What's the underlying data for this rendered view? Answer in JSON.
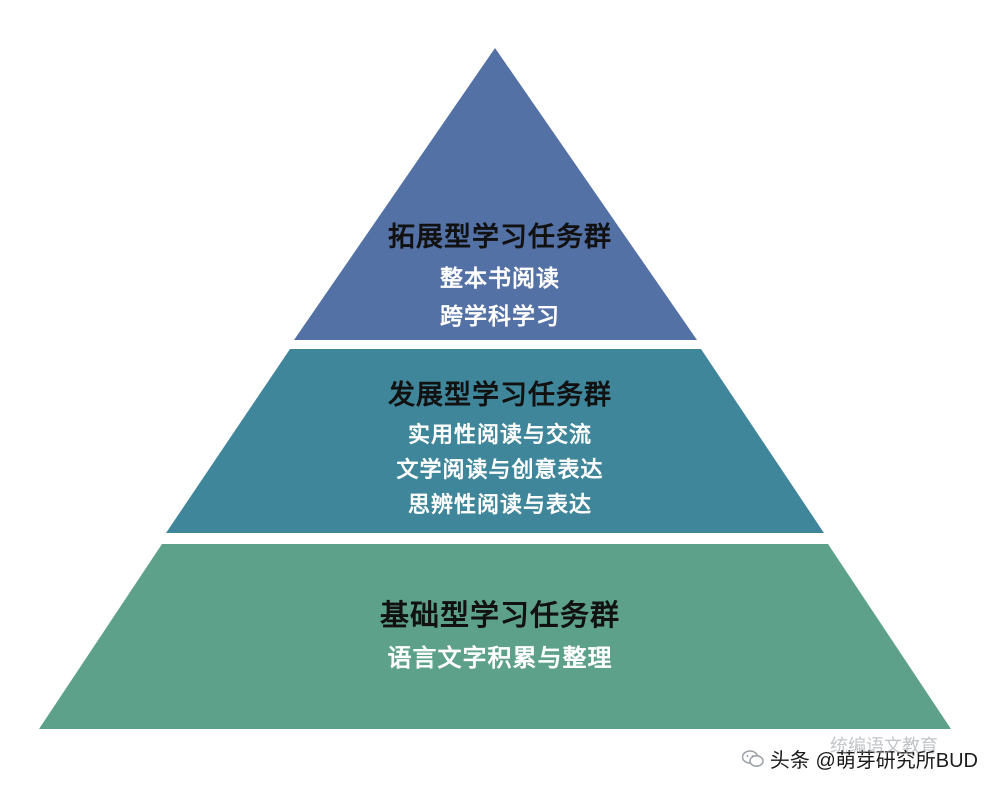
{
  "pyramid": {
    "top": {
      "title": "拓展型学习任务群",
      "items": [
        "整本书阅读",
        "跨学科学习"
      ],
      "color": "#5471a6"
    },
    "middle": {
      "title": "发展型学习任务群",
      "items": [
        "实用性阅读与交流",
        "文学阅读与创意表达",
        "思辨性阅读与表达"
      ],
      "color": "#3f869a"
    },
    "bottom": {
      "title": "基础型学习任务群",
      "items": [
        "语言文字积累与整理"
      ],
      "color": "#5ea18a"
    }
  },
  "watermark": {
    "text": "头条 @萌芽研究所BUD",
    "faded_text": "统编语文教育",
    "icon": "wechat-icon"
  }
}
